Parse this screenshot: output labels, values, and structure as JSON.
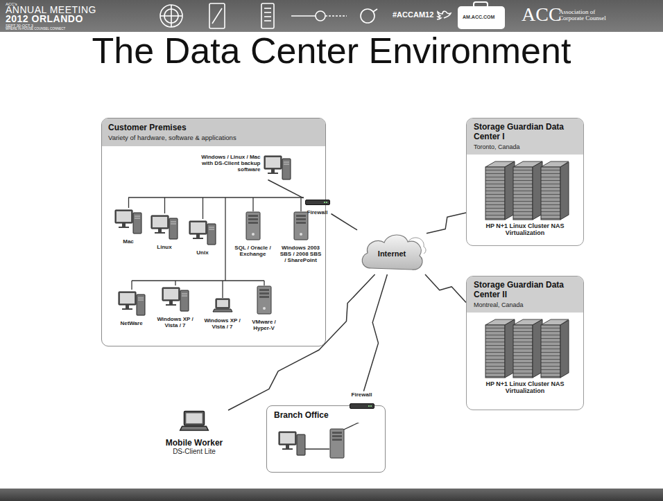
{
  "diagram": {
    "title": "The Data Center Environment",
    "nodes": [
      {
        "text": [
          "Customer Premises",
          "Variety of hardware, software & applications"
        ]
      },
      {
        "text": [
          "Windows / Linux / Mac with DS-Client backup software"
        ],
        "in": 0
      },
      {
        "text": [
          "Firewall"
        ],
        "in": 0
      },
      {
        "text": [
          "Mac"
        ],
        "in": 0
      },
      {
        "text": [
          "Linux"
        ],
        "in": 0
      },
      {
        "text": [
          "Unix"
        ],
        "in": 0
      },
      {
        "text": [
          "SQL / Oracle / Exchange"
        ],
        "in": 0
      },
      {
        "text": [
          "Windows 2003 SBS / 2008 SBS / SharePoint"
        ],
        "in": 0
      },
      {
        "text": [
          "NetWare"
        ],
        "in": 0
      },
      {
        "text": [
          "Windows XP / Vista / 7"
        ],
        "in": 0
      },
      {
        "text": [
          "Windows XP / Vista / 7"
        ],
        "in": 0
      },
      {
        "text": [
          "VMware / Hyper-V"
        ],
        "in": 0
      },
      {
        "text": [
          "Internet"
        ]
      },
      {
        "text": [
          "Storage Guardian Data Center I",
          "Toronto, Canada",
          "HP N+1 Linux Cluster NAS Virtualization"
        ]
      },
      {
        "text": [
          "Storage Guardian Data Center II",
          "Montreal, Canada",
          "HP N+1 Linux Cluster NAS Virtualization"
        ]
      },
      {
        "text": [
          "Branch Office"
        ]
      },
      {
        "text": [
          "Firewall"
        ],
        "in": 15
      },
      {
        "text": [
          "Mobile Worker",
          "DS-Client Lite"
        ]
      }
    ],
    "edges": [
      {
        "from": 2,
        "to": 12,
        "arrow": "none"
      },
      {
        "from": 12,
        "to": 13,
        "arrow": "none"
      },
      {
        "from": 12,
        "to": 14,
        "arrow": "none"
      },
      {
        "from": 12,
        "to": 16,
        "arrow": "none"
      },
      {
        "from": 12,
        "to": 17,
        "arrow": "none"
      },
      {
        "from": 1,
        "to": 2,
        "arrow": "none"
      }
    ],
    "labels": [
      "ACC's",
      "ANNUAL MEETING",
      "2012 ORLANDO",
      "SEPT 30-OCT 3",
      "WHERE IN-HOUSE COUNSEL CONNECT",
      "#ACCAM12",
      "AM.ACC.COM",
      "ACC",
      "Association of Corporate Counsel"
    ]
  }
}
